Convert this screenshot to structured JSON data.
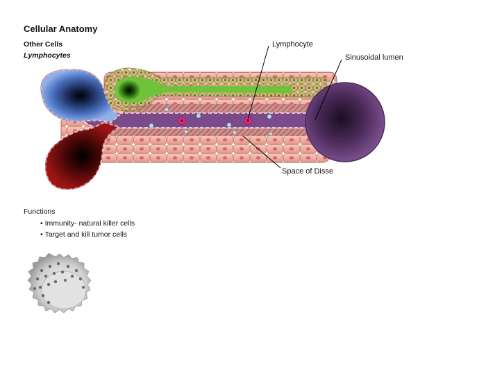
{
  "slide": {
    "title": "Cellular Anatomy",
    "section": "Other Cells",
    "subsection": "Lymphocytes"
  },
  "diagram": {
    "labels": {
      "lymphocyte": "Lymphocyte",
      "sinusoidal_lumen": "Sinusoidal lumen",
      "space_of_disse": "Space of Disse"
    },
    "colors": {
      "portal_vein": "#5f86cf",
      "hepatic_artery": "#8e1010",
      "bile_duct": "#6fc23a",
      "hepatocyte": "#f2b2a6",
      "central_vein": "#6a3b78",
      "sinusoid": "#7a4a8a",
      "lymphocyte": "#e0307a"
    }
  },
  "functions": {
    "heading": "Functions",
    "items": [
      "Immunity- natural killer cells",
      "Target and kill tumor cells"
    ]
  }
}
